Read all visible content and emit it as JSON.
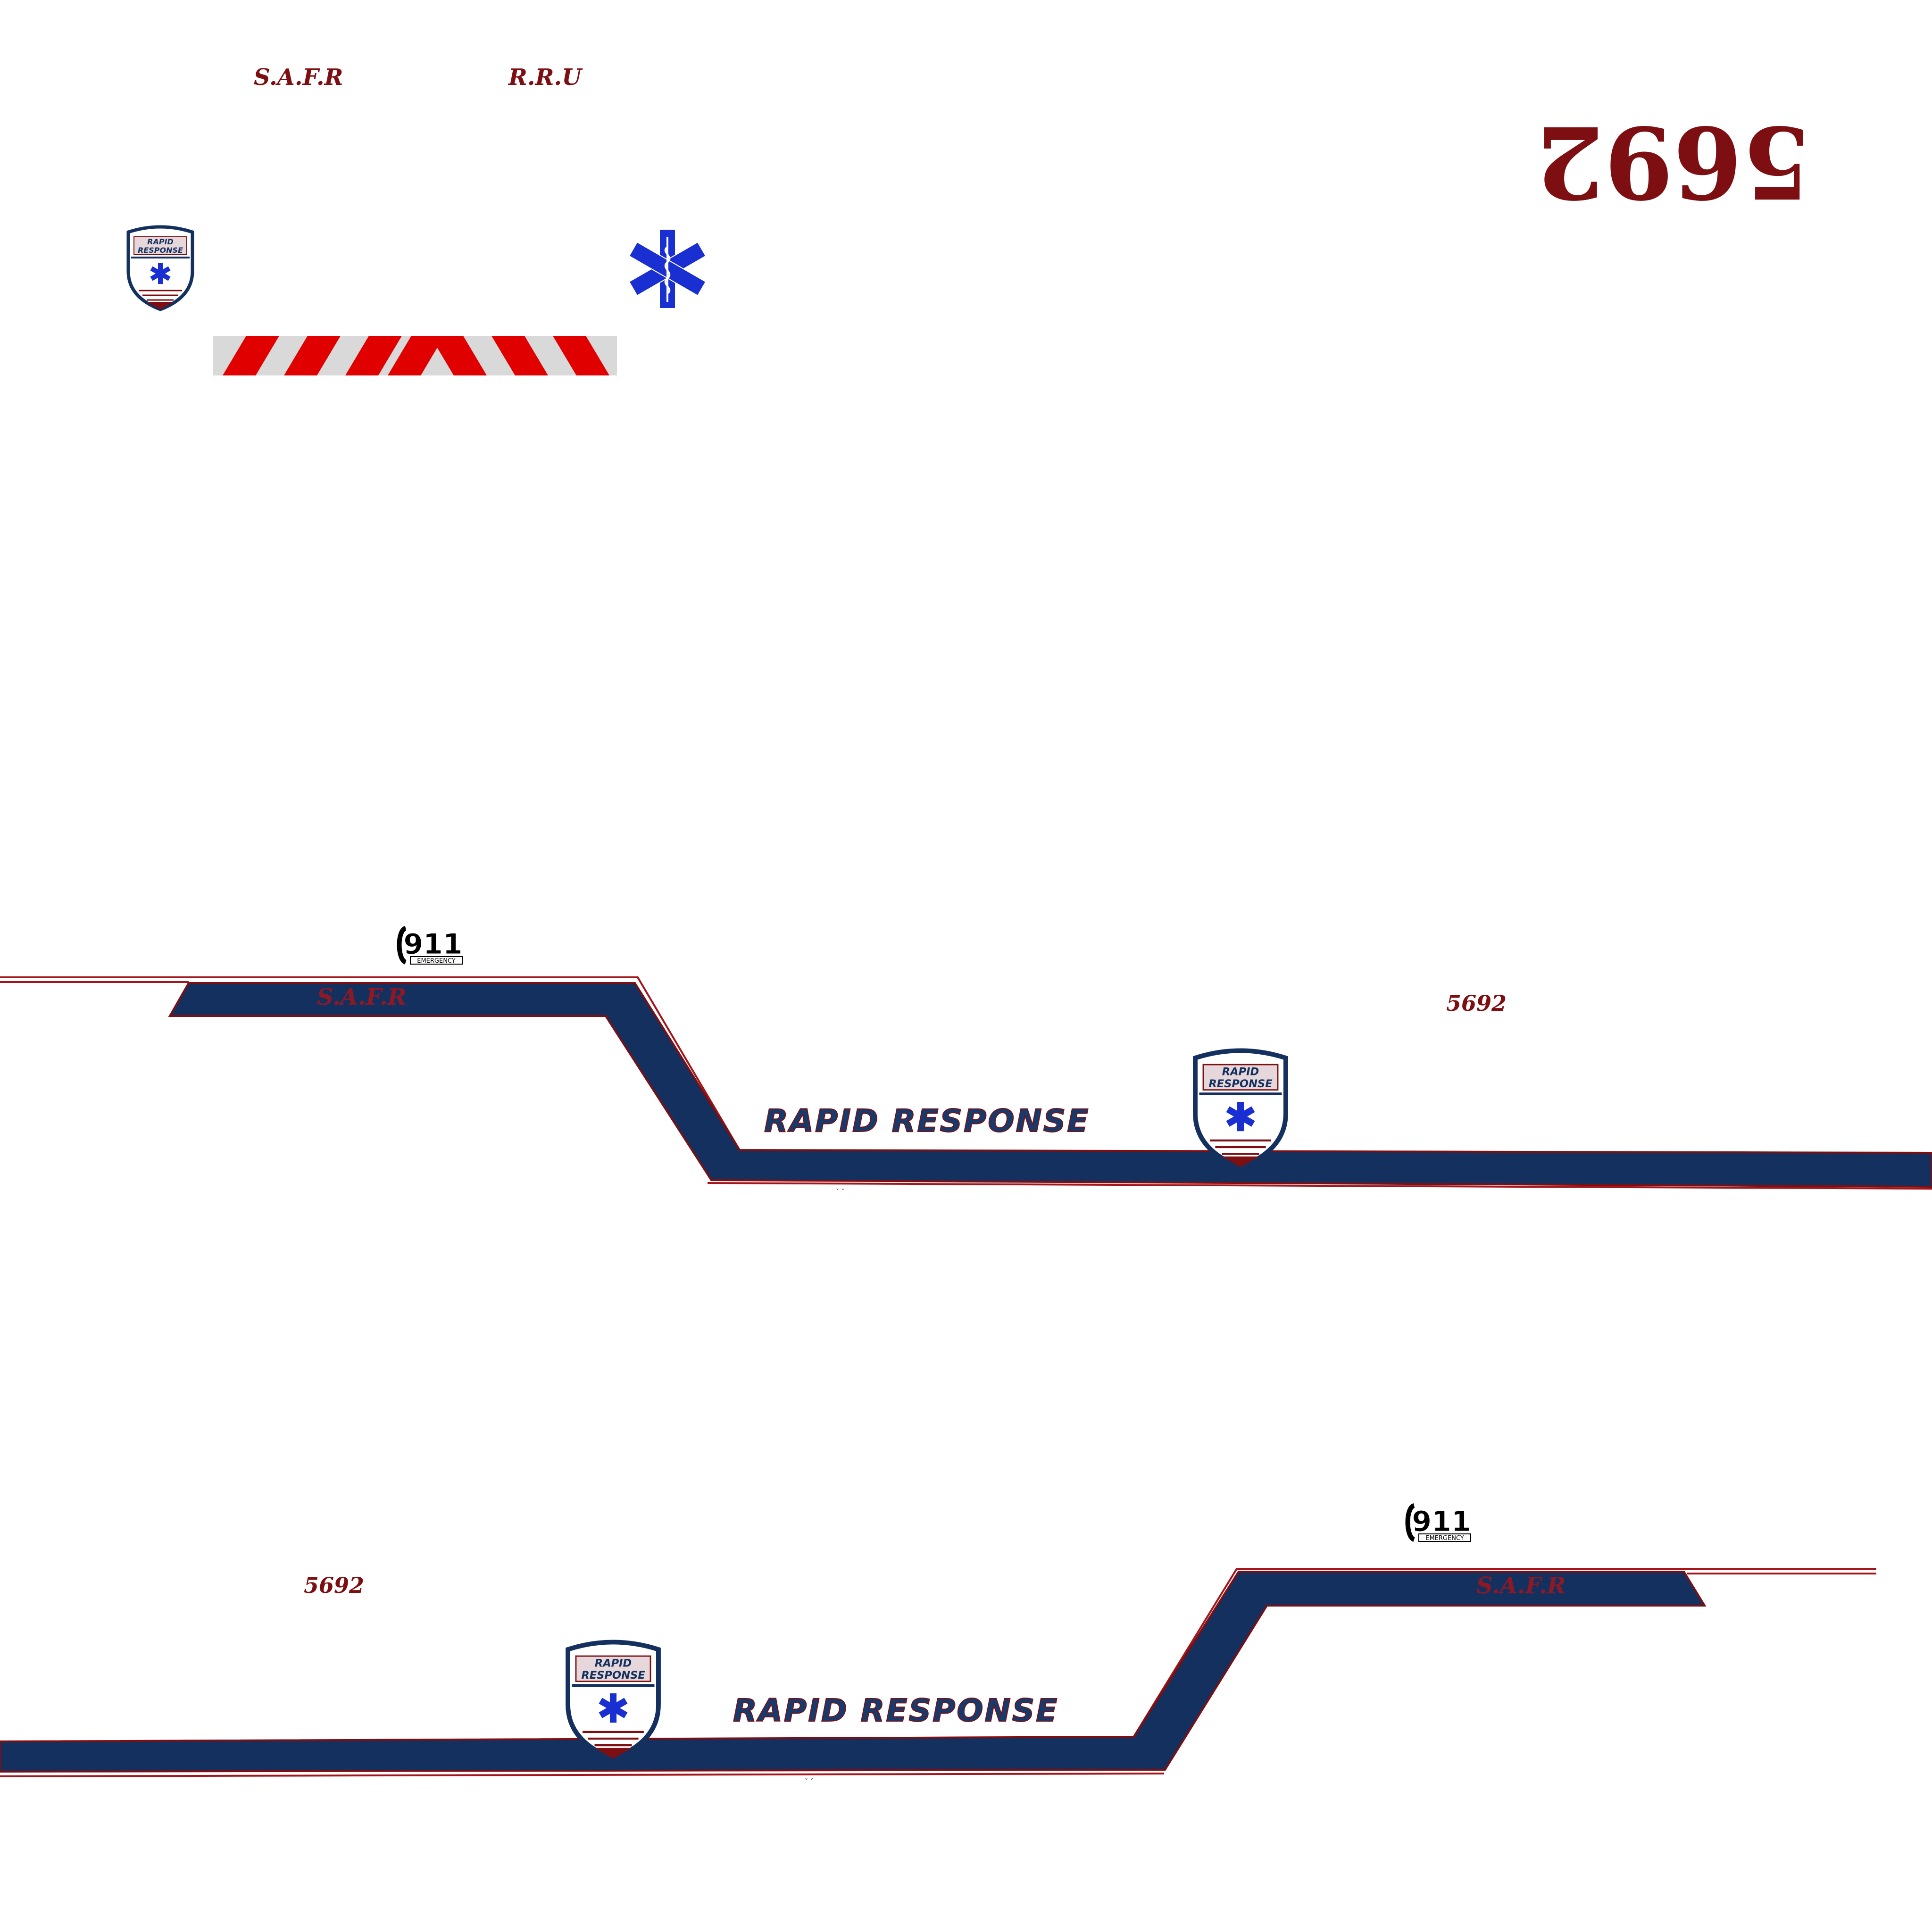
{
  "top": {
    "label_left": "S.A.F.R",
    "label_right": "R.R.U",
    "unit_number_large": "5692"
  },
  "badge": {
    "line1": "RAPID",
    "line2": "RESPONSE"
  },
  "emergency_tag": {
    "number": "911",
    "word": "EMERGENCY"
  },
  "side_right": {
    "safr": "S.A.F.R",
    "unit_number": "5692",
    "rapid_response": "RAPID RESPONSE",
    "marks": "ˇ ˇ"
  },
  "side_left": {
    "safr": "S.A.F.R",
    "unit_number": "5692",
    "rapid_response": "RAPID RESPONSE",
    "marks": "ˇ ˇ"
  },
  "colors": {
    "navy": "#14305f",
    "dark_red": "#7d0f12",
    "chevron_red": "#e00000",
    "star_blue": "#1a2fd1",
    "hatch_grey": "#d9d9d9"
  },
  "icons": [
    "rapid-response-badge-icon",
    "star-of-life-icon",
    "chevron-hazard-strip",
    "emergency-911-icon"
  ]
}
